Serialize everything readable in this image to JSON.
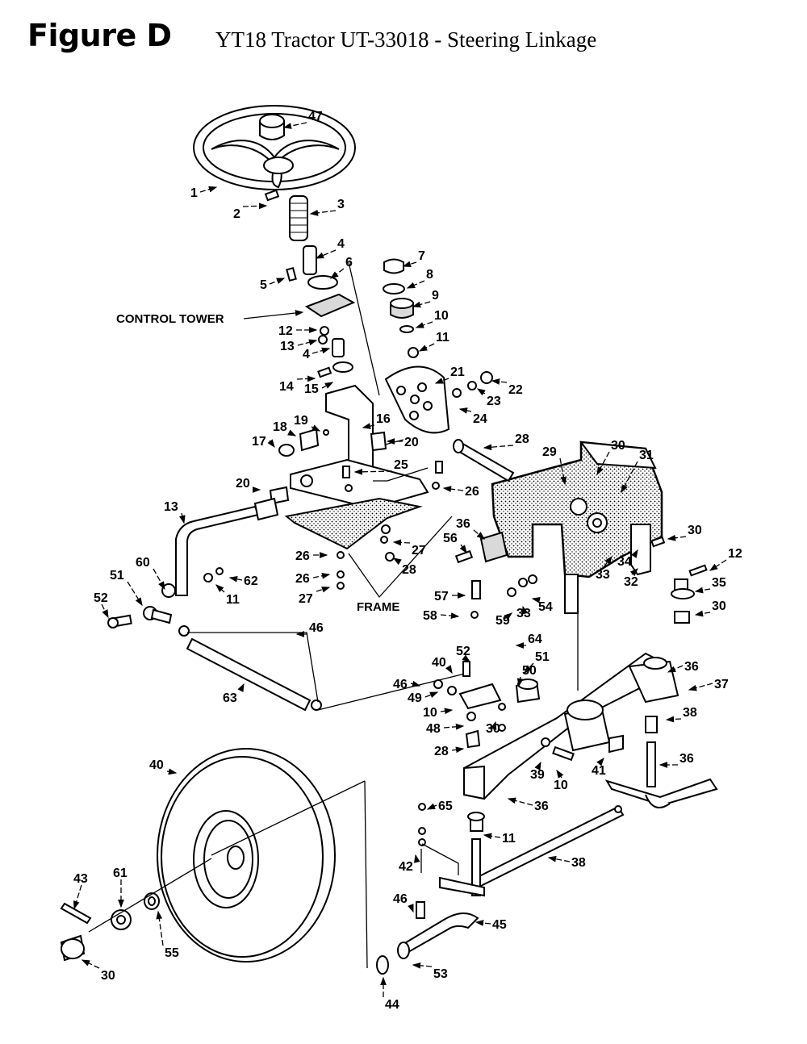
{
  "heading": "Figure D",
  "subtitle": "YT18 Tractor UT-33018 - Steering Linkage",
  "group_labels": [
    {
      "id": "control-tower",
      "text": "CONTROL TOWER"
    },
    {
      "id": "frame",
      "text": "FRAME"
    }
  ],
  "callouts": [
    "47",
    "1",
    "2",
    "3",
    "4",
    "5",
    "6",
    "7",
    "8",
    "9",
    "10",
    "11",
    "12",
    "13",
    "4",
    "14",
    "15",
    "16",
    "17",
    "18",
    "19",
    "20",
    "21",
    "22",
    "23",
    "24",
    "25",
    "26",
    "20",
    "26",
    "27",
    "28",
    "26",
    "27",
    "28",
    "29",
    "30",
    "31",
    "30",
    "34",
    "33",
    "32",
    "12",
    "35",
    "30",
    "36",
    "56",
    "57",
    "58",
    "59",
    "33",
    "54",
    "13",
    "60",
    "51",
    "52",
    "62",
    "11",
    "46",
    "63",
    "64",
    "52",
    "51",
    "40",
    "50",
    "46",
    "49",
    "10",
    "48",
    "30",
    "28",
    "36",
    "37",
    "38",
    "36",
    "39",
    "10",
    "41",
    "40",
    "65",
    "11",
    "36",
    "38",
    "42",
    "46",
    "45",
    "43",
    "61",
    "55",
    "30",
    "53",
    "44",
    "31"
  ]
}
